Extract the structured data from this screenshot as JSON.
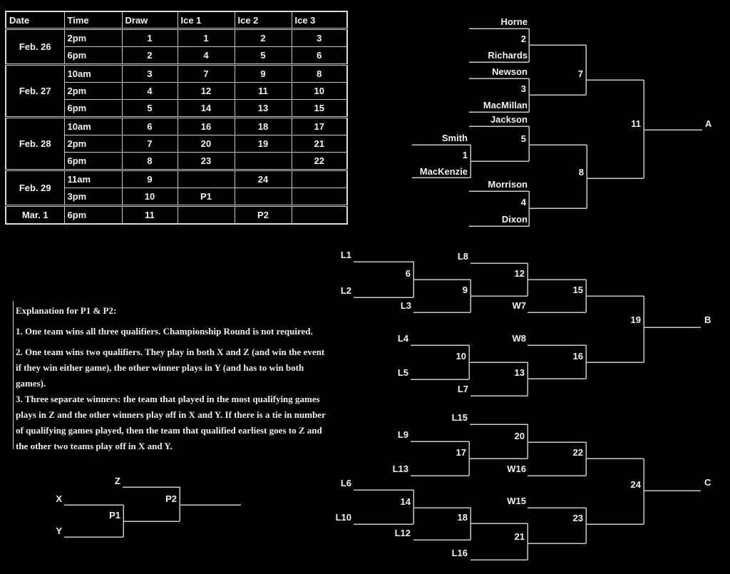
{
  "page": {
    "background": "#000000",
    "text_color": "#f2f2f2",
    "line_color": "#c9c9c9"
  },
  "schedule": {
    "headers": {
      "date": "Date",
      "time": "Time",
      "draw": "Draw",
      "ice1": "Ice 1",
      "ice2": "Ice 2",
      "ice3": "Ice 3"
    },
    "rows": [
      {
        "date": "Feb. 26",
        "time": "2pm",
        "draw": "1",
        "ice1": "1",
        "ice2": "2",
        "ice3": "3"
      },
      {
        "time": "6pm",
        "draw": "2",
        "ice1": "4",
        "ice2": "5",
        "ice3": "6"
      },
      {
        "date": "Feb. 27",
        "time": "10am",
        "draw": "3",
        "ice1": "7",
        "ice2": "9",
        "ice3": "8"
      },
      {
        "time": "2pm",
        "draw": "4",
        "ice1": "12",
        "ice2": "11",
        "ice3": "10"
      },
      {
        "time": "6pm",
        "draw": "5",
        "ice1": "14",
        "ice2": "13",
        "ice3": "15"
      },
      {
        "date": "Feb. 28",
        "time": "10am",
        "draw": "6",
        "ice1": "16",
        "ice2": "18",
        "ice3": "17"
      },
      {
        "time": "2pm",
        "draw": "7",
        "ice1": "20",
        "ice2": "19",
        "ice3": "21"
      },
      {
        "time": "6pm",
        "draw": "8",
        "ice1": "23",
        "ice2": "",
        "ice3": "22"
      },
      {
        "date": "Feb. 29",
        "time": "11am",
        "draw": "9",
        "ice1": "",
        "ice2": "24",
        "ice3": ""
      },
      {
        "time": "3pm",
        "draw": "10",
        "ice1": "P1",
        "ice2": "",
        "ice3": ""
      },
      {
        "date": "Mar. 1",
        "time": "6pm",
        "draw": "11",
        "ice1": "",
        "ice2": "P2",
        "ice3": ""
      }
    ]
  },
  "bracket_a": {
    "horne": "Horne",
    "richards": "Richards",
    "newson": "Newson",
    "macmillan": "MacMillan",
    "jackson": "Jackson",
    "smith": "Smith",
    "mackenzie": "MacKenzie",
    "morrison": "Morrison",
    "dixon": "Dixon",
    "g1": "1",
    "g2": "2",
    "g3": "3",
    "g4": "4",
    "g5": "5",
    "g7": "7",
    "g8": "8",
    "g11": "11",
    "out": "A"
  },
  "bracket_b": {
    "l1": "L1",
    "l2": "L2",
    "l3": "L3",
    "l8": "L8",
    "w7": "W7",
    "l4": "L4",
    "l5": "L5",
    "l7": "L7",
    "w8": "W8",
    "g6": "6",
    "g9": "9",
    "g12": "12",
    "g15": "15",
    "g10": "10",
    "g13": "13",
    "g16": "16",
    "g19": "19",
    "out": "B"
  },
  "bracket_c": {
    "l15": "L15",
    "l9": "L9",
    "l13": "L13",
    "w16": "W16",
    "l6": "L6",
    "l10": "L10",
    "l12": "L12",
    "l16": "L16",
    "w15": "W15",
    "g17": "17",
    "g20": "20",
    "g22": "22",
    "g14": "14",
    "g18": "18",
    "g21": "21",
    "g23": "23",
    "g24": "24",
    "out": "C"
  },
  "playoff": {
    "x": "X",
    "y": "Y",
    "z": "Z",
    "p1": "P1",
    "p2": "P2"
  },
  "explanation": {
    "title": "Explanation for P1 & P2:",
    "p1": "1. One team wins all three qualifiers. Championship Round is not required.",
    "p2": [
      "2. One team wins two qualifiers. They play in both X and Z (and win the event",
      "if they win either game), the other winner plays in Y (and has to win both",
      "games)."
    ],
    "p3": [
      "3. Three separate winners: the team that played in the most qualifying games",
      "plays in Z and the other winners play off in X and Y. If there is a tie in number",
      "of qualifying games played, then the team that qualified earliest goes to Z and",
      "the other two teams play off in X and Y."
    ]
  }
}
